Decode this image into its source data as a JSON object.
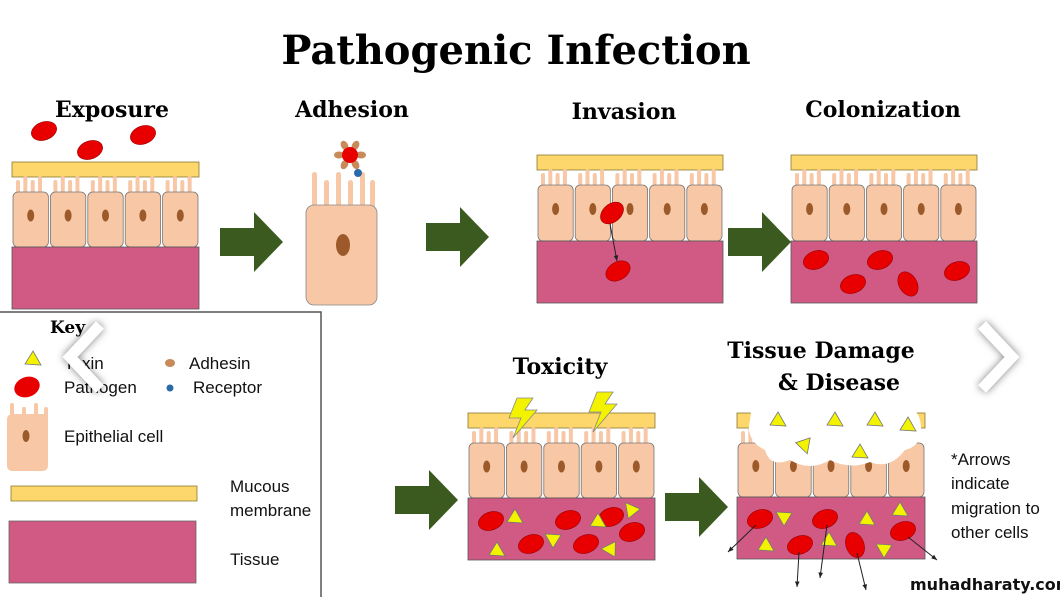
{
  "title": "Pathogenic Infection",
  "stages": {
    "exposure": "Exposure",
    "adhesion": "Adhesion",
    "invasion": "Invasion",
    "colonization": "Colonization",
    "toxicity": "Toxicity",
    "damage_line1": "Tissue Damage",
    "damage_line2": "& Disease"
  },
  "key": {
    "title": "Key",
    "toxin": "Toxin",
    "pathogen": "Pathogen",
    "adhesin": "Adhesin",
    "receptor": "Receptor",
    "epithelial_cell": "Epithelial cell",
    "mucous_line1": "Mucous",
    "mucous_line2": "membrane",
    "tissue": "Tissue"
  },
  "note": [
    "*Arrows",
    "indicate",
    "migration to",
    "other cells"
  ],
  "watermark": "muhadharaty.com",
  "nav": {
    "prev_icon": "chevron-left-icon",
    "next_icon": "chevron-right-icon"
  },
  "colors": {
    "cell": "#f7c7a6",
    "nucleus": "#9c5a2a",
    "mucous": "#fdd66c",
    "tissue": "#d05a84",
    "pathogen": "#e80000",
    "arrow": "#3b5a1f",
    "toxin": "#f3f300"
  }
}
